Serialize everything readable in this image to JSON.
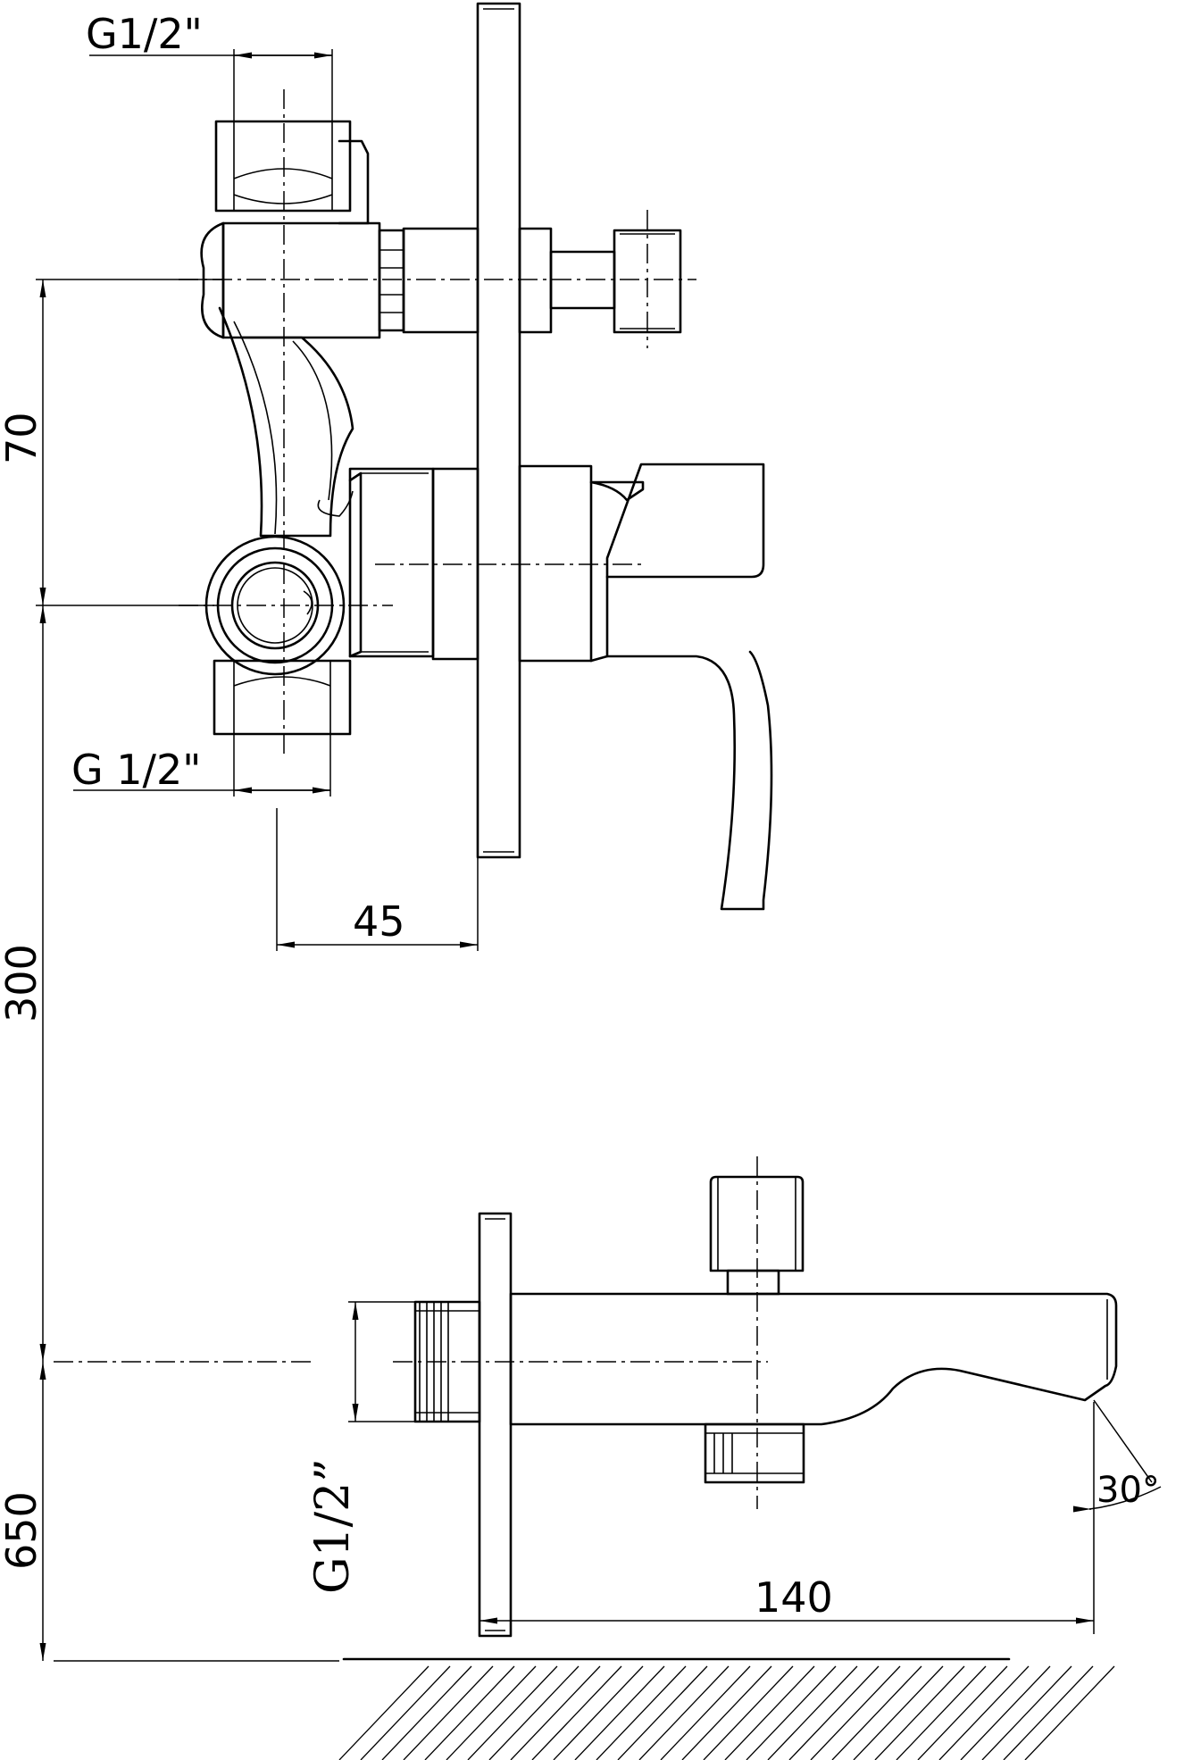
{
  "dimensions": {
    "top_inlet_thread": "G1/2\"",
    "bottom_outlet_thread": "G 1/2\"",
    "inlet_spacing": "70",
    "wall_depth": "45",
    "mixer_height": "300",
    "spout_height": "650",
    "spout_thread": "G1/2”",
    "spout_length": "140",
    "spout_angle": "30°"
  }
}
